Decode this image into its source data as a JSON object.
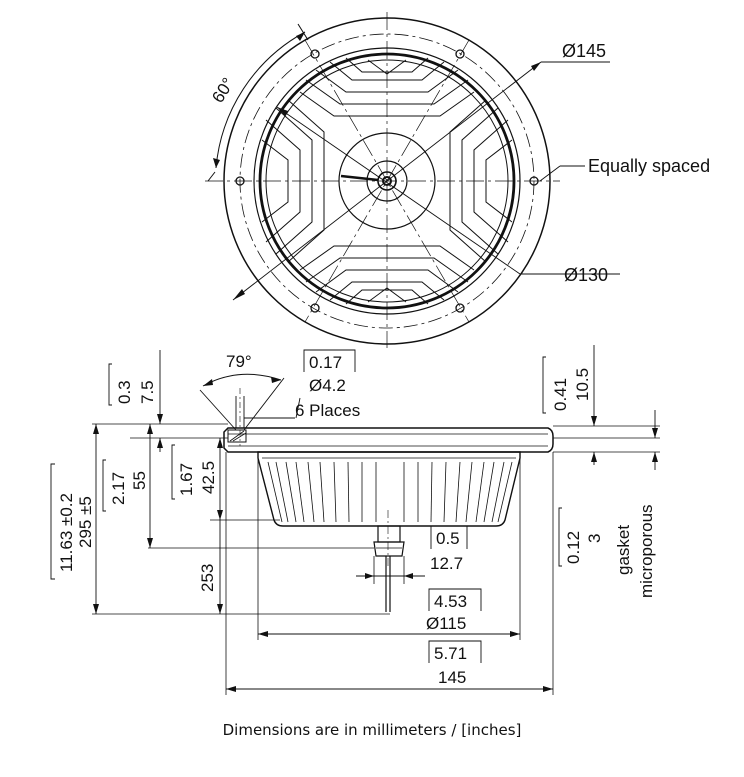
{
  "colors": {
    "line": "#111111",
    "background": "#ffffff"
  },
  "top_view": {
    "angle_label": "60°",
    "outer_diameter": "Ø145",
    "note": "Equally spaced",
    "inner_diameter": "Ø130"
  },
  "side_view": {
    "angle_79": "79°",
    "hole_inch": "0.17",
    "hole_mm": "Ø4.2",
    "hole_count": "6 Places",
    "flange_inch": "0.3",
    "flange_mm": "7.5",
    "rim_inch": "0.41",
    "rim_mm": "10.5",
    "total_inch": "11.63 ±0.2",
    "total_mm": "295 ±5",
    "body_inch": "2.17",
    "body_mm": "55",
    "heatsink_inch": "1.67",
    "heatsink_mm": "42.5",
    "cable_mm": "253",
    "gland_inch": "0.5",
    "gland_mm": "12.7",
    "gasket_inch": "0.12",
    "gasket_mm": "3",
    "gasket_label_1": "gasket",
    "gasket_label_2": "microporous",
    "body_dia_inch": "4.53",
    "body_dia_mm": "Ø115",
    "overall_inch": "5.71",
    "overall_mm": "145"
  },
  "caption": "Dimensions are in millimeters / [inches]"
}
